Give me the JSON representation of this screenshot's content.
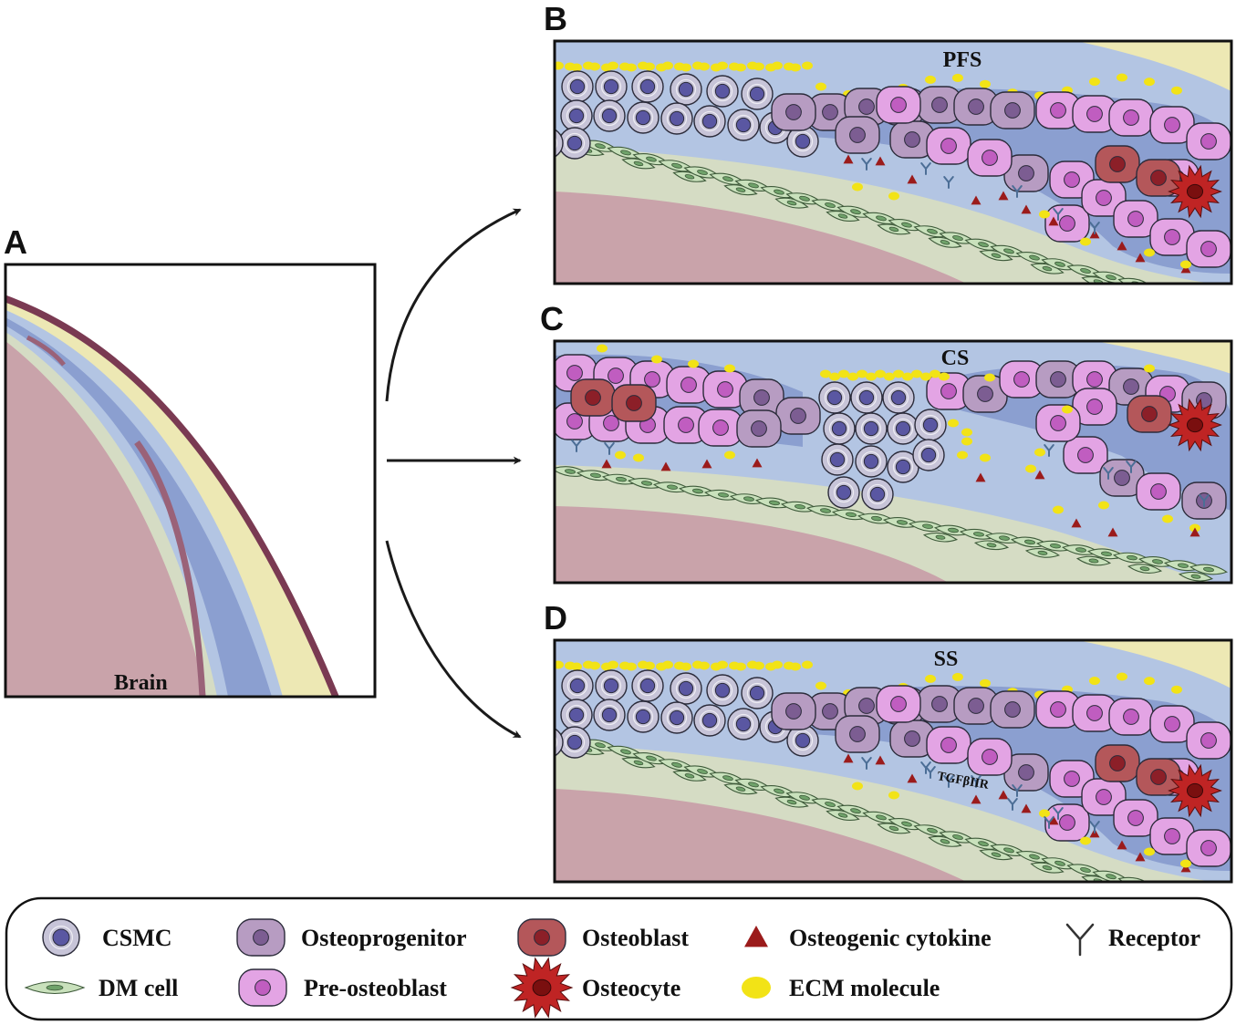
{
  "panels": {
    "a": {
      "letter": "A",
      "label": "Brain"
    },
    "b": {
      "letter": "B",
      "title": "PFS"
    },
    "c": {
      "letter": "C",
      "title": "CS"
    },
    "d": {
      "letter": "D",
      "title": "SS",
      "annotation": "TGFβIIR"
    }
  },
  "legend": {
    "items": [
      {
        "key": "csmc",
        "label": "CSMC"
      },
      {
        "key": "osteoprogenitor",
        "label": "Osteoprogenitor"
      },
      {
        "key": "osteoblast",
        "label": "Osteoblast"
      },
      {
        "key": "cytokine",
        "label": "Osteogenic cytokine"
      },
      {
        "key": "receptor",
        "label": "Receptor"
      },
      {
        "key": "dm",
        "label": "DM cell"
      },
      {
        "key": "preosteoblast",
        "label": "Pre-osteoblast"
      },
      {
        "key": "osteocyte",
        "label": "Osteocyte"
      },
      {
        "key": "ecm",
        "label": "ECM molecule"
      }
    ]
  },
  "colors": {
    "brain": "#c9a3aa",
    "dura": "#d5dcc4",
    "mesenchyme": "#b3c5e3",
    "bone_front": "#8b9fd0",
    "cap": "#ede8b4",
    "skin": "#7a3a52",
    "csmc": "#c7c4d8",
    "csmc_nucleus": "#5a57a2",
    "osteoprogenitor": "#b79cc2",
    "osteoprogenitor_nucleus": "#7c5d92",
    "preosteoblast": "#e3a4e4",
    "preosteoblast_nucleus": "#c05dc0",
    "osteoblast": "#b4575a",
    "osteoblast_nucleus": "#8c1f28",
    "osteocyte": "#bf2424",
    "dm": "#c9e1bc",
    "dm_nucleus": "#6fa26a",
    "cytokine": "#9b1b1b",
    "ecm": "#f2e316",
    "receptor": "#4c6e96"
  }
}
